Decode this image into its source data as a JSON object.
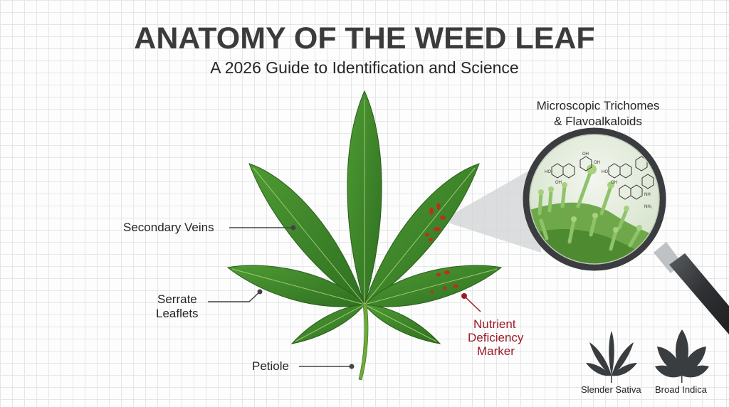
{
  "header": {
    "title": "ANATOMY OF THE WEED LEAF",
    "subtitle": "A 2026 Guide to Identification and Science"
  },
  "labels": {
    "secondary_veins": "Secondary Veins",
    "serrate_leaflets_line1": "Serrate",
    "serrate_leaflets_line2": "Leaflets",
    "petiole": "Petiole",
    "nutrient_line1": "Nutrient",
    "nutrient_line2": "Deficiency",
    "nutrient_line3": "Marker"
  },
  "magnifier": {
    "title_line1": "Microscopic Trichomes",
    "title_line2": "& Flavoalkaloids",
    "chem_labels": [
      "HO",
      "OH",
      "OH",
      "OH",
      "HO",
      "OH",
      "O",
      "NH",
      "NH2"
    ]
  },
  "variants": [
    {
      "label": "Slender Sativa"
    },
    {
      "label": "Broad Indica"
    }
  ],
  "colors": {
    "leaf_green": "#3f8a2a",
    "leaf_dark": "#2c6b1d",
    "deficiency_spot": "#b8321e",
    "label_red": "#9b1c28",
    "title_gray": "#3b3b3b",
    "icon_gray": "#3a3d40"
  }
}
